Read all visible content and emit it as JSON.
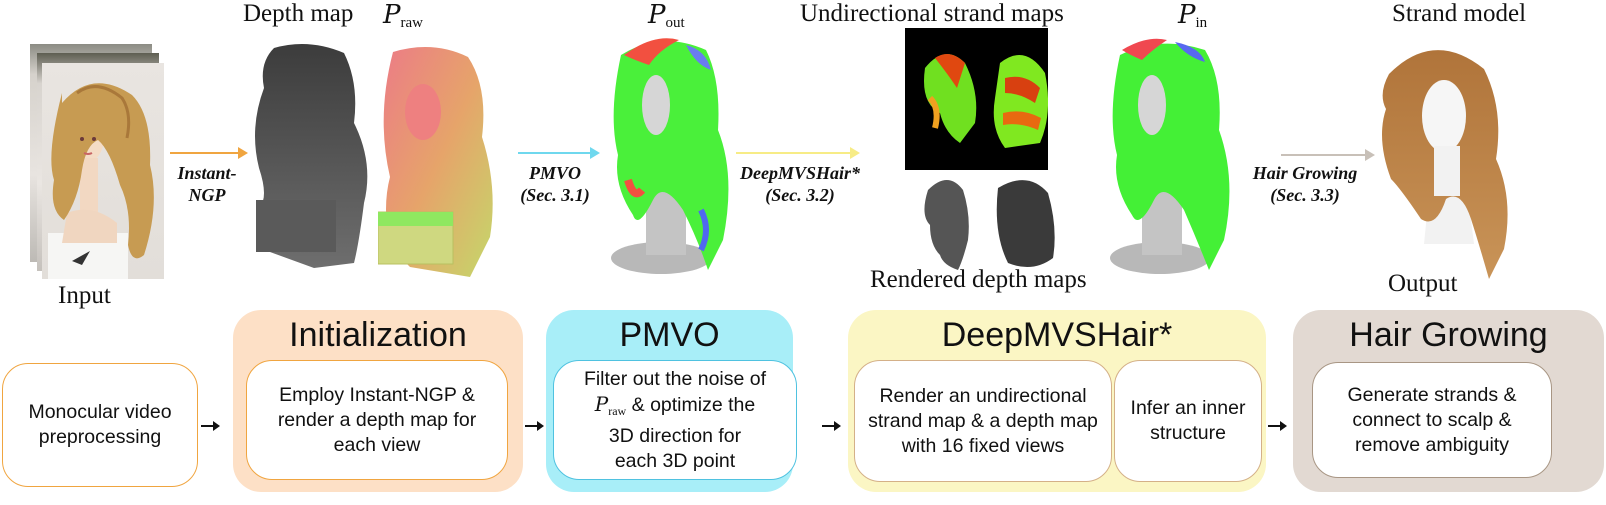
{
  "top_row": {
    "input": {
      "label": "Input"
    },
    "depth_map": {
      "label": "Depth map"
    },
    "p_raw": {
      "symbol": "P",
      "subscript": "raw"
    },
    "p_out": {
      "symbol": "P",
      "subscript": "out"
    },
    "strand_maps": {
      "label": "Undirectional strand maps"
    },
    "rendered_depth": {
      "label": "Rendered depth maps"
    },
    "p_in": {
      "symbol": "P",
      "subscript": "in"
    },
    "strand_model": {
      "label": "Strand model"
    },
    "output": {
      "label": "Output"
    },
    "arrows": [
      {
        "line1": "Instant-",
        "line2": "NGP",
        "color": "#f0a540"
      },
      {
        "line1": "PMVO",
        "line2": "(Sec. 3.1)",
        "color": "#6fd8ee"
      },
      {
        "line1": "DeepMVSHair*",
        "line2": "(Sec. 3.2)",
        "color": "#f7ec86"
      },
      {
        "line1": "Hair Growing",
        "line2": "(Sec. 3.3)",
        "color": "#c8c0b8"
      }
    ]
  },
  "pipeline": {
    "preprocess": {
      "text": "Monocular video preprocessing",
      "border": "#f0a540"
    },
    "stages": [
      {
        "title": "Initialization",
        "bg": "#fde0c6",
        "border": "#f0a540",
        "boxes": [
          "Employ Instant-NGP & render a depth map for each view"
        ]
      },
      {
        "title": "PMVO",
        "bg": "#a8eef8",
        "border": "#4fc2e0",
        "box_line1": "Filter out the noise of",
        "box_sym": "P",
        "box_sub": "raw",
        "box_line2": " & optimize the",
        "box_line3": "3D direction for",
        "box_line4": "each 3D point"
      },
      {
        "title": "DeepMVSHair*",
        "bg": "#fbf6c4",
        "border": "#d4b088",
        "boxes": [
          "Render an undirectional strand map & a depth map with 16 fixed views",
          "Infer an inner structure"
        ]
      },
      {
        "title": "Hair Growing",
        "bg": "#e2d9d2",
        "border": "#a89684",
        "boxes": [
          "Generate strands & connect to scalp & remove ambiguity"
        ]
      }
    ]
  },
  "colors": {
    "hair_gold": "#c79b52",
    "depth_gray": "#4a4a4a",
    "normal_pink": "#ee7a7a",
    "normal_green": "#9fe26a",
    "orient_green": "#3cf23c",
    "orient_red": "#f0443a",
    "orient_blue": "#4e6cf0",
    "strand_map_bg": "#000000",
    "output_hair": "#b8803f"
  }
}
